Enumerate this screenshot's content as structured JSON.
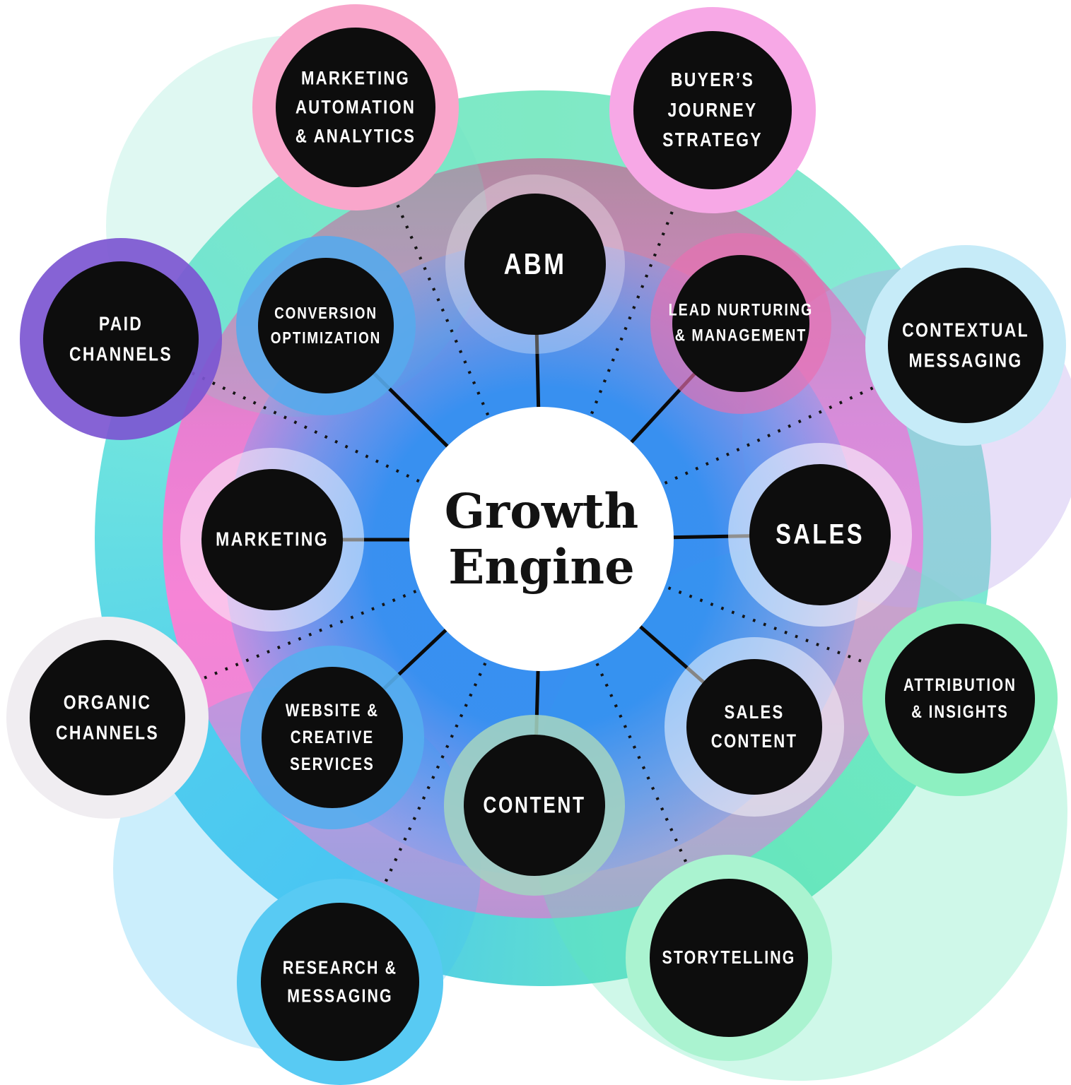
{
  "diagram": {
    "center": {
      "label": "Growth\nEngine"
    },
    "inner_nodes": [
      {
        "id": "abm",
        "label": "ABM",
        "halo_color": "rgba(255,255,255,0.30)"
      },
      {
        "id": "lead-nurturing",
        "label": "LEAD NURTURING\n& MANAGEMENT",
        "halo_color": "rgba(233,110,176,0.65)"
      },
      {
        "id": "sales",
        "label": "SALES",
        "halo_color": "rgba(255,255,255,0.55)"
      },
      {
        "id": "sales-content",
        "label": "SALES\nCONTENT",
        "halo_color": "rgba(255,255,255,0.50)"
      },
      {
        "id": "content",
        "label": "CONTENT",
        "halo_color": "rgba(163,211,194,0.88)"
      },
      {
        "id": "website-creative",
        "label": "WEBSITE &\nCREATIVE\nSERVICES",
        "halo_color": "rgba(85,174,238,0.90)"
      },
      {
        "id": "marketing",
        "label": "MARKETING",
        "halo_color": "rgba(255,255,255,0.50)"
      },
      {
        "id": "conversion-optimization",
        "label": "CONVERSION\nOPTIMIZATION",
        "halo_color": "rgba(86,170,236,0.90)"
      }
    ],
    "outer_nodes": [
      {
        "id": "marketing-automation",
        "label": "MARKETING\nAUTOMATION\n& ANALYTICS",
        "ring_color": "#f9a6cb"
      },
      {
        "id": "buyers-journey",
        "label": "BUYER’S\nJOURNEY\nSTRATEGY",
        "ring_color": "#f7a8e6"
      },
      {
        "id": "contextual-messaging",
        "label": "CONTEXTUAL\nMESSAGING",
        "ring_color": "#c6ebf8"
      },
      {
        "id": "attribution-insights",
        "label": "ATTRIBUTION\n& INSIGHTS",
        "ring_color": "#8df0c1"
      },
      {
        "id": "storytelling",
        "label": "STORYTELLING",
        "ring_color": "#aaf3d0"
      },
      {
        "id": "research-messaging",
        "label": "RESEARCH &\nMESSAGING",
        "ring_color": "#58caf3"
      },
      {
        "id": "organic-channels",
        "label": "ORGANIC\nCHANNELS",
        "ring_color": "#f0edf1"
      },
      {
        "id": "paid-channels",
        "label": "PAID\nCHANNELS",
        "ring_color": "rgba(124,86,209,0.92)"
      }
    ],
    "palette": {
      "outer_band_mint": "#7fe9c4",
      "outer_band_cyan": "#4cc7f2",
      "pink_disc": "#f684d6",
      "pink_disc_muted_top": "#b08ba1",
      "center_glow_blue": "#2f91f2",
      "node_fill": "#0d0d0d",
      "node_text": "#ffffff",
      "hub_fill": "#ffffff",
      "hub_text": "#131313",
      "line_color": "#0a0a0a"
    }
  }
}
